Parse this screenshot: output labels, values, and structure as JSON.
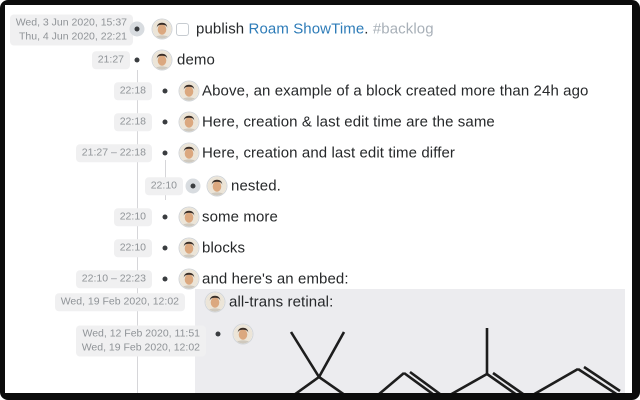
{
  "app_context": "Roam Research outline with ShowTime timestamp extension",
  "colors": {
    "link": "#2e7cb8",
    "tag": "#a8b0b8",
    "text": "#26282a",
    "timestamp": "#8f9397",
    "timestamp_bg": "#f0f0f1",
    "embed_bg": "#ececef",
    "bullet": "#3a3d40",
    "halo": "#d8dce0",
    "timeline": "#d6d6d9",
    "molecule": "#1d1d1d"
  },
  "icons": {
    "avatar": "user-avatar-photo",
    "bullet": "block-bullet-dot",
    "children_indicator": "bullet-halo-circle",
    "checkbox": "todo-checkbox-unchecked",
    "molecule_image": "all-trans-retinal-skeletal-structure"
  },
  "rows": [
    {
      "name": "block-publish-roam-showtime",
      "timestamps": [
        "Wed, 3 Jun 2020, 15:37",
        "Thu, 4 Jun 2020, 22:21"
      ],
      "checkbox": true,
      "has_children_indicator": true,
      "segments": [
        {
          "text": "publish ",
          "style": "normal"
        },
        {
          "text": "Roam ShowTime",
          "style": "link"
        },
        {
          "text": ". ",
          "style": "normal"
        },
        {
          "text": "#backlog",
          "style": "tag"
        }
      ]
    },
    {
      "name": "block-demo",
      "timestamps": [
        "21:27"
      ],
      "segments": [
        {
          "text": "demo",
          "style": "normal"
        }
      ]
    },
    {
      "name": "block-above-example",
      "timestamps": [
        "22:18"
      ],
      "segments": [
        {
          "text": "Above, an example of a block created more than 24h ago",
          "style": "normal"
        }
      ]
    },
    {
      "name": "block-creation-edit-same",
      "timestamps": [
        "22:18"
      ],
      "segments": [
        {
          "text": "Here, creation & last edit time are the same",
          "style": "normal"
        }
      ]
    },
    {
      "name": "block-creation-edit-differ",
      "timestamps": [
        "21:27 – 22:18"
      ],
      "segments": [
        {
          "text": "Here, creation and last edit time differ",
          "style": "normal"
        }
      ]
    },
    {
      "name": "block-nested",
      "timestamps": [
        "22:10"
      ],
      "has_children_indicator": true,
      "segments": [
        {
          "text": "nested.",
          "style": "normal"
        }
      ]
    },
    {
      "name": "block-some-more",
      "timestamps": [
        "22:10"
      ],
      "segments": [
        {
          "text": "some more",
          "style": "normal"
        }
      ]
    },
    {
      "name": "block-blocks",
      "timestamps": [
        "22:10"
      ],
      "segments": [
        {
          "text": "blocks",
          "style": "normal"
        }
      ]
    },
    {
      "name": "block-embed-intro",
      "timestamps": [
        "22:10 – 22:23"
      ],
      "segments": [
        {
          "text": "and here's an embed:",
          "style": "normal"
        }
      ]
    },
    {
      "name": "block-all-trans-retinal",
      "timestamps": [
        "Wed, 19 Feb 2020, 12:02"
      ],
      "embedded": true,
      "segments": [
        {
          "text": "all-trans retinal:",
          "style": "normal"
        }
      ]
    },
    {
      "name": "block-molecule-image",
      "timestamps": [
        "Wed, 12 Feb 2020, 11:51",
        "Wed, 19 Feb 2020, 12:02"
      ],
      "embedded": true,
      "segments": []
    }
  ]
}
